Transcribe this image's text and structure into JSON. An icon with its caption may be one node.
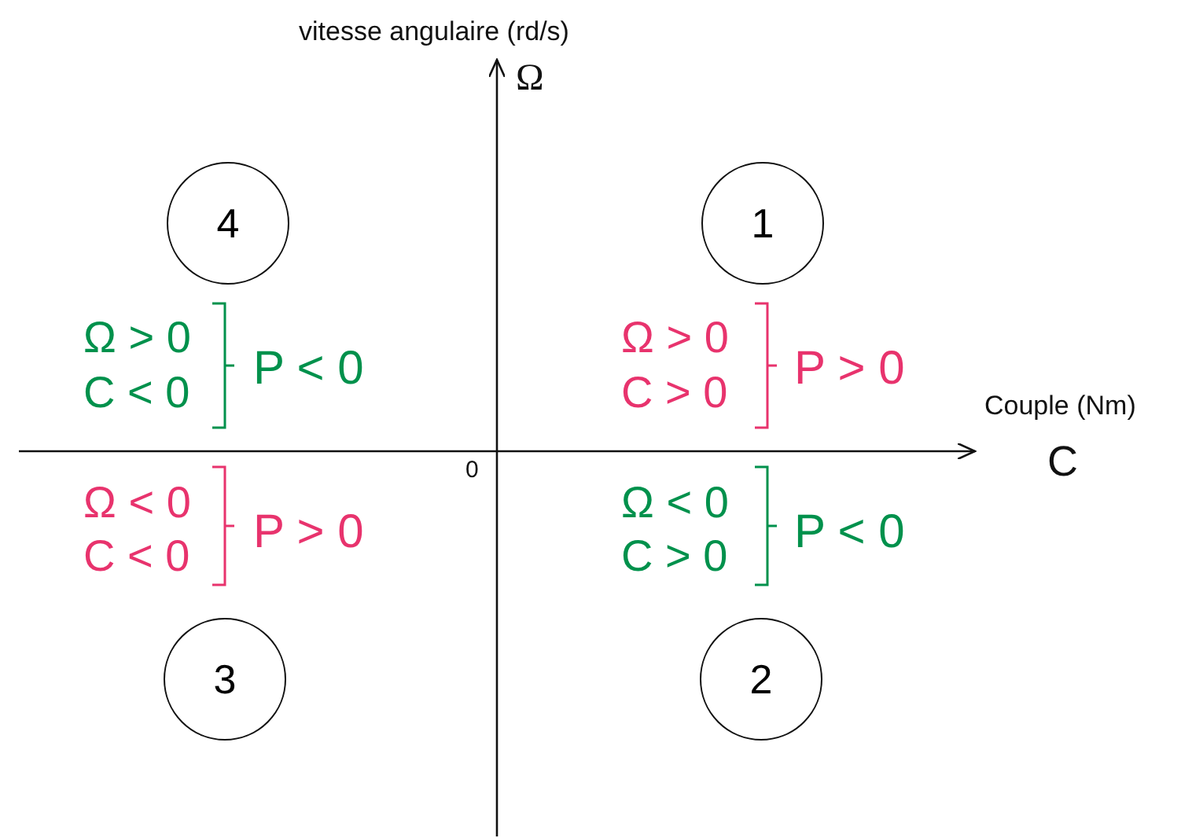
{
  "diagram": {
    "nodes": [
      {
        "text": [
          "4"
        ]
      },
      {
        "text": [
          "1"
        ]
      },
      {
        "text": [
          "3"
        ]
      },
      {
        "text": [
          "2"
        ]
      }
    ],
    "labels": [
      "vitesse angulaire (rd/s)",
      "Ω",
      "Ω > 0",
      "C < 0",
      "P < 0",
      "Ω > 0",
      "C > 0",
      "P > 0",
      "Couple (Nm)",
      "C",
      "0",
      "Ω < 0",
      "C < 0",
      "P > 0",
      "Ω < 0",
      "C > 0",
      "P < 0"
    ]
  }
}
